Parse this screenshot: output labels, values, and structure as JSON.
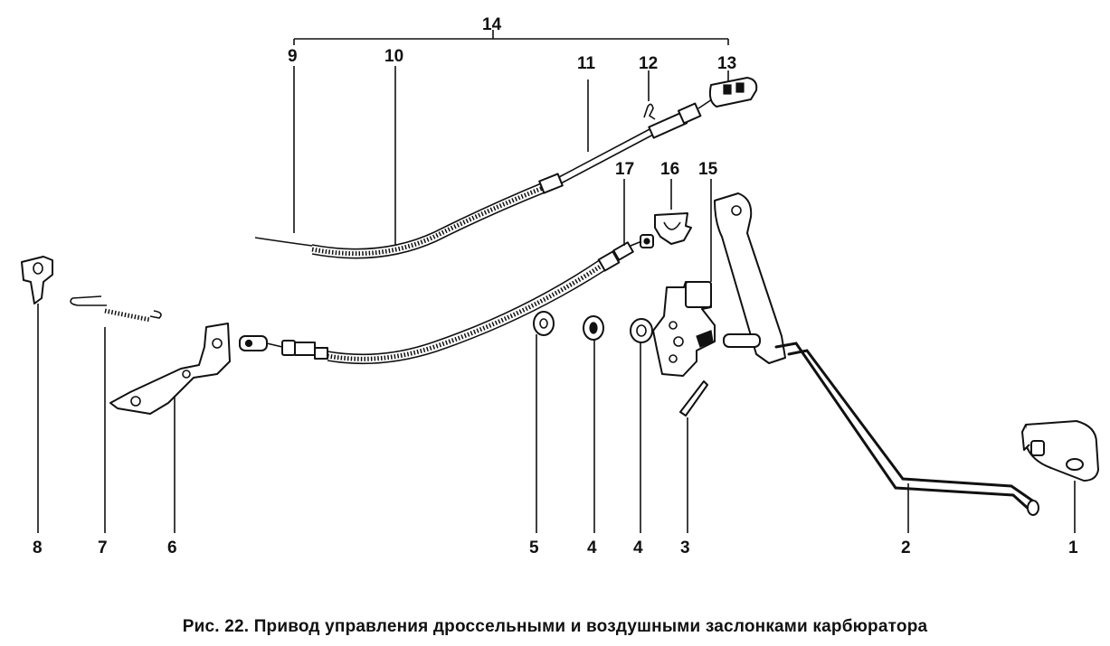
{
  "figure": {
    "caption": "Рис. 22. Привод управления дроссельными и воздушными заслонками карбюратора"
  },
  "callouts": {
    "n1": "1",
    "n2": "2",
    "n3": "3",
    "n4a": "4",
    "n4b": "4",
    "n5": "5",
    "n6": "6",
    "n7": "7",
    "n8": "8",
    "n9": "9",
    "n10": "10",
    "n11": "11",
    "n12": "12",
    "n13": "13",
    "n14": "14",
    "n15": "15",
    "n16": "16",
    "n17": "17"
  }
}
